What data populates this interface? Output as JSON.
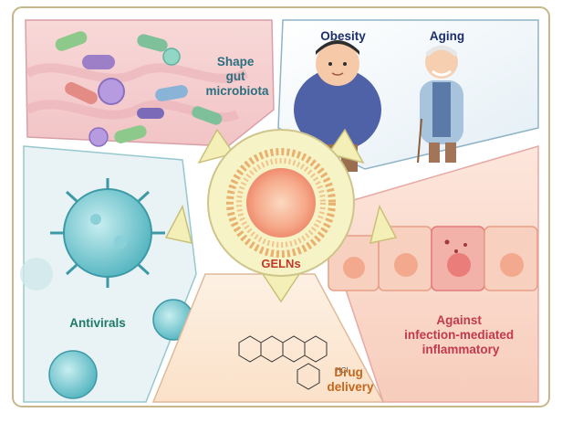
{
  "panels": {
    "gut": {
      "label": "Shape\ngut\nmicrobiota"
    },
    "obesity_aging": {
      "obesity_label": "Obesity",
      "aging_label": "Aging"
    },
    "antivirals": {
      "label": "Antivirals"
    },
    "drug_delivery": {
      "label": "Drug\ndelivery",
      "hcl_text": "HCl"
    },
    "inflammation": {
      "label": "Against\ninfection-mediated\ninflammatory"
    }
  },
  "center": {
    "label": "GELNs"
  },
  "colors": {
    "border": "#c8b78a",
    "gut_label": "#2a6f7f",
    "person_label": "#1d2f6b",
    "antiviral_label": "#1f7a6a",
    "drug_label": "#c3671d",
    "inflam_label": "#c23a4a",
    "gelns_label": "#c0392b",
    "arrow_fill": "#f3efb6"
  },
  "icons": [
    "bacteria-icon",
    "virus-icon",
    "chemical-structure-icon",
    "epithelial-cell-icon",
    "person-icon",
    "liposome-icon"
  ]
}
